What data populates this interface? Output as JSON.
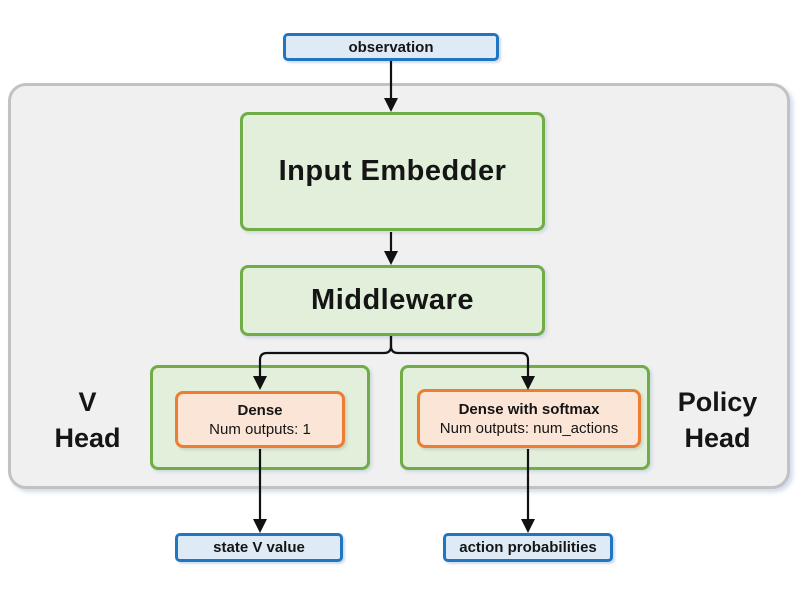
{
  "diagram": {
    "observation_label": "observation",
    "input_embedder_label": "Input Embedder",
    "middleware_label": "Middleware",
    "v_head": {
      "title_line1": "V",
      "title_line2": "Head",
      "dense_title": "Dense",
      "dense_subtitle": "Num outputs: 1",
      "output_label": "state V value"
    },
    "policy_head": {
      "title_line1": "Policy",
      "title_line2": "Head",
      "dense_title": "Dense with softmax",
      "dense_subtitle": "Num outputs: num_actions",
      "output_label": "action probabilities"
    },
    "colors": {
      "node_blue_border": "#2076c0",
      "node_blue_fill": "#dfeaf7",
      "node_green_border": "#70ad47",
      "node_green_fill": "#e2efda",
      "node_orange_border": "#ed7d31",
      "node_orange_fill": "#fbe5d6",
      "container_fill": "#f0f0f0",
      "container_border": "#c2c2c2",
      "arrow": "#111111"
    }
  }
}
